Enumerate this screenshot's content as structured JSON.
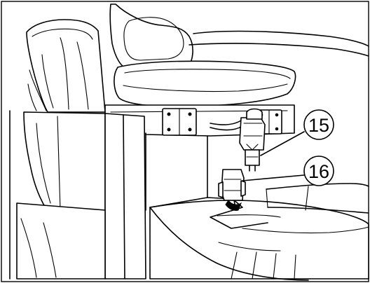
{
  "callouts": [
    {
      "id": "callout-15",
      "label": "15"
    },
    {
      "id": "callout-16",
      "label": "16"
    }
  ]
}
